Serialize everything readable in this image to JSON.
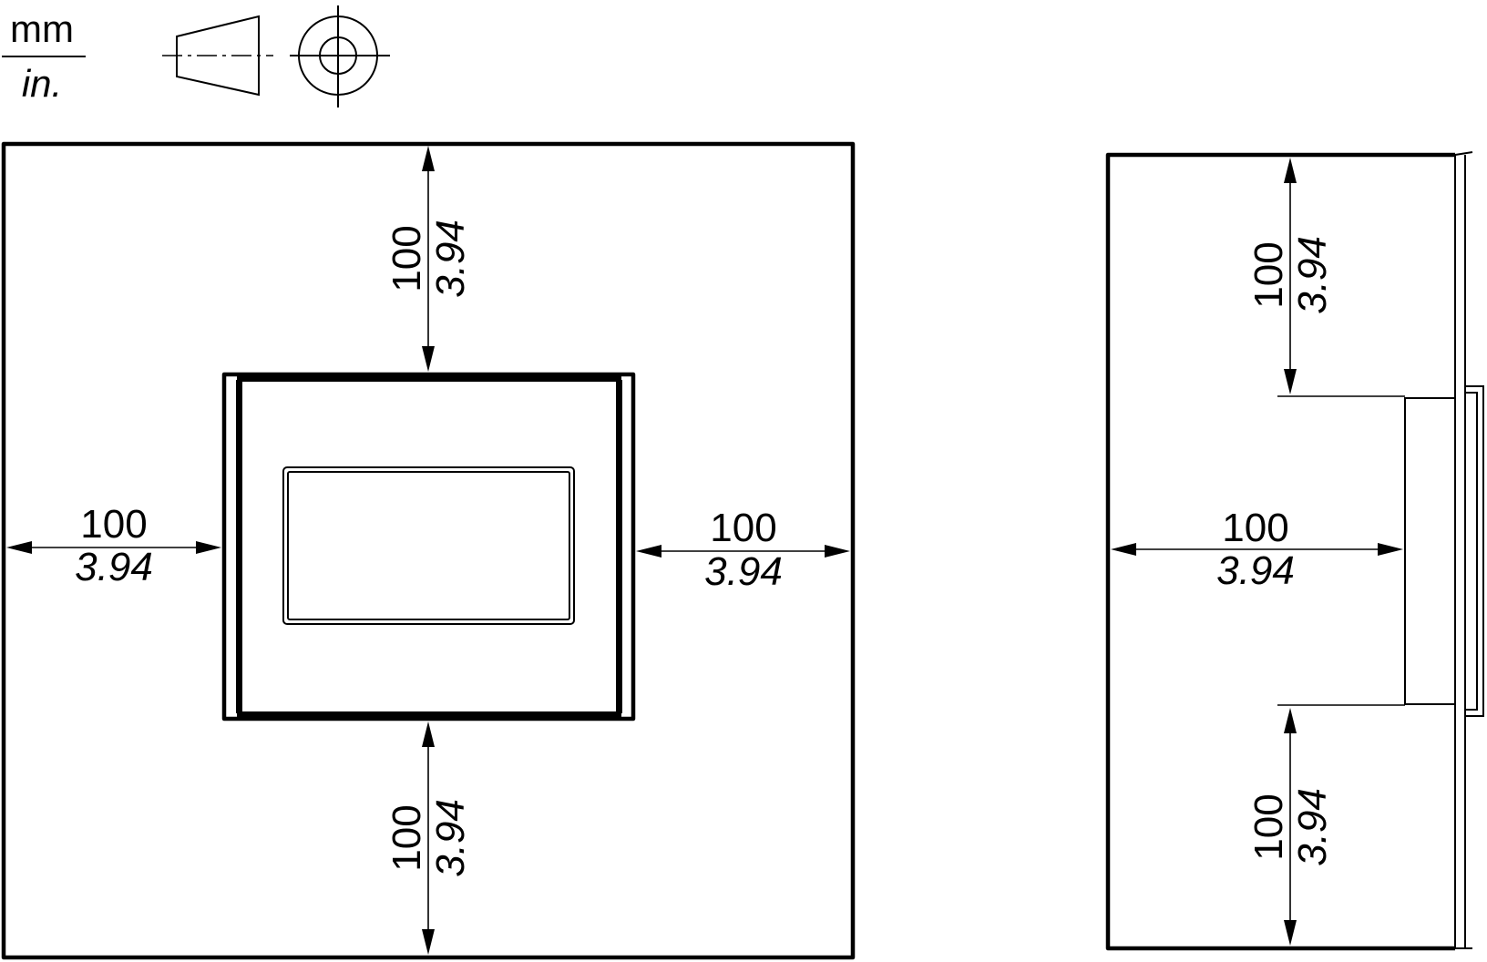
{
  "units": {
    "primary": "mm",
    "secondary": "in."
  },
  "projection_symbol": "third-angle-projection-icon",
  "front_view": {
    "clearance_top": {
      "primary": "100",
      "secondary": "3.94"
    },
    "clearance_left": {
      "primary": "100",
      "secondary": "3.94"
    },
    "clearance_right": {
      "primary": "100",
      "secondary": "3.94"
    },
    "clearance_bottom": {
      "primary": "100",
      "secondary": "3.94"
    }
  },
  "side_view": {
    "clearance_top": {
      "primary": "100",
      "secondary": "3.94"
    },
    "clearance_left": {
      "primary": "100",
      "secondary": "3.94"
    },
    "clearance_bottom": {
      "primary": "100",
      "secondary": "3.94"
    }
  }
}
